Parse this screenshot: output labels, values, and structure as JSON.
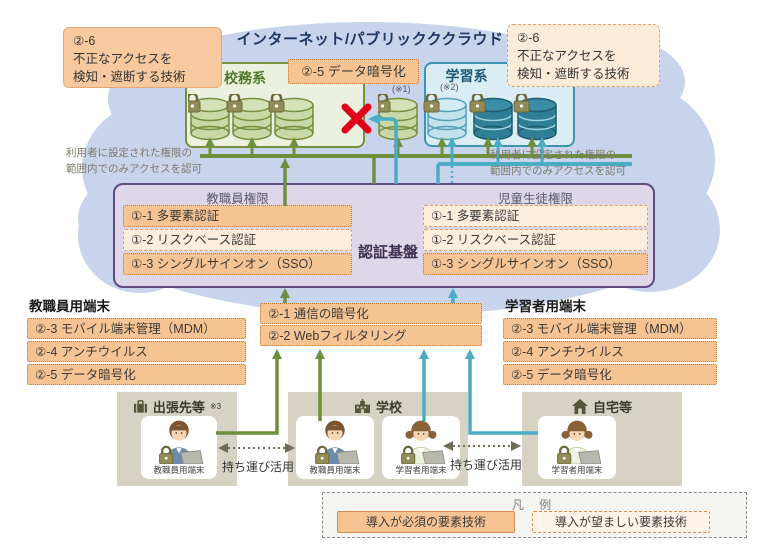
{
  "colors": {
    "required_fill": "#F6C493",
    "desirable_fill": "#FCEDDC",
    "accent_orange": "#DD9A57",
    "green_line": "#6E8F3C",
    "blue_line": "#4BACC6",
    "cloud_fill": "#C8D4EC",
    "auth_purple": "#5F4B7E",
    "block_red": "#E0001B"
  },
  "cloud": {
    "title": "インターネット/パブリックククラウド"
  },
  "intrusion_box_left": {
    "line1": "②-6",
    "line2": "不正なアクセスを",
    "line3": "検知・遮断する技術"
  },
  "intrusion_box_right": {
    "line1": "②-6",
    "line2": "不正なアクセスを",
    "line3": "検知・遮断する技術"
  },
  "data_encryption_cloud": {
    "label": "②-5 データ暗号化"
  },
  "school_affairs_system": {
    "title": "校務系"
  },
  "learning_system": {
    "title": "学習系",
    "note1": "(※1)",
    "note2": "(※2)"
  },
  "access_note_left": {
    "line1": "利用者に設定された権限の",
    "line2": "範囲内でのみアクセスを認可"
  },
  "access_note_right": {
    "line1": "利用者に設定された権限の",
    "line2": "範囲内でのみアクセスを認可"
  },
  "auth": {
    "platform_label": "認証基盤",
    "teacher_section": {
      "title": "教職員権限",
      "items": [
        {
          "label": "①-1 多要素認証",
          "required": true
        },
        {
          "label": "①-2 リスクベース認証",
          "required": false
        },
        {
          "label": "①-3 シングルサインオン（SSO）",
          "required": true
        }
      ]
    },
    "student_section": {
      "title": "児童生徒権限",
      "items": [
        {
          "label": "①-1 多要素認証",
          "required": false
        },
        {
          "label": "①-2 リスクベース認証",
          "required": false
        },
        {
          "label": "①-3 シングルサインオン（SSO）",
          "required": true
        }
      ]
    }
  },
  "network_security": {
    "items": [
      {
        "label": "②-1 通信の暗号化",
        "required": true
      },
      {
        "label": "②-2 Webフィルタリング",
        "required": true
      }
    ]
  },
  "teacher_terminal": {
    "title": "教職員用端末",
    "items": [
      {
        "label": "②-3 モバイル端末管理（MDM）",
        "required": true
      },
      {
        "label": "②-4 アンチウイルス",
        "required": true
      },
      {
        "label": "②-5 データ暗号化",
        "required": true
      }
    ]
  },
  "learner_terminal": {
    "title": "学習者用端末",
    "items": [
      {
        "label": "②-3 モバイル端末管理（MDM）",
        "required": true
      },
      {
        "label": "②-4 アンチウイルス",
        "required": true
      },
      {
        "label": "②-5 データ暗号化",
        "required": true
      }
    ]
  },
  "locations": {
    "carry_label": "持ち運び活用",
    "trip": {
      "title": "出張先等",
      "superscript": "※3",
      "device": "教職員用端末"
    },
    "school": {
      "title": "学校",
      "devices": [
        "教職員用端末",
        "学習者用端末"
      ]
    },
    "home": {
      "title": "自宅等",
      "device": "学習者用端末"
    }
  },
  "legend": {
    "title": "凡 例",
    "required_label": "導入が必須の要素技術",
    "desirable_label": "導入が望ましい要素技術"
  }
}
